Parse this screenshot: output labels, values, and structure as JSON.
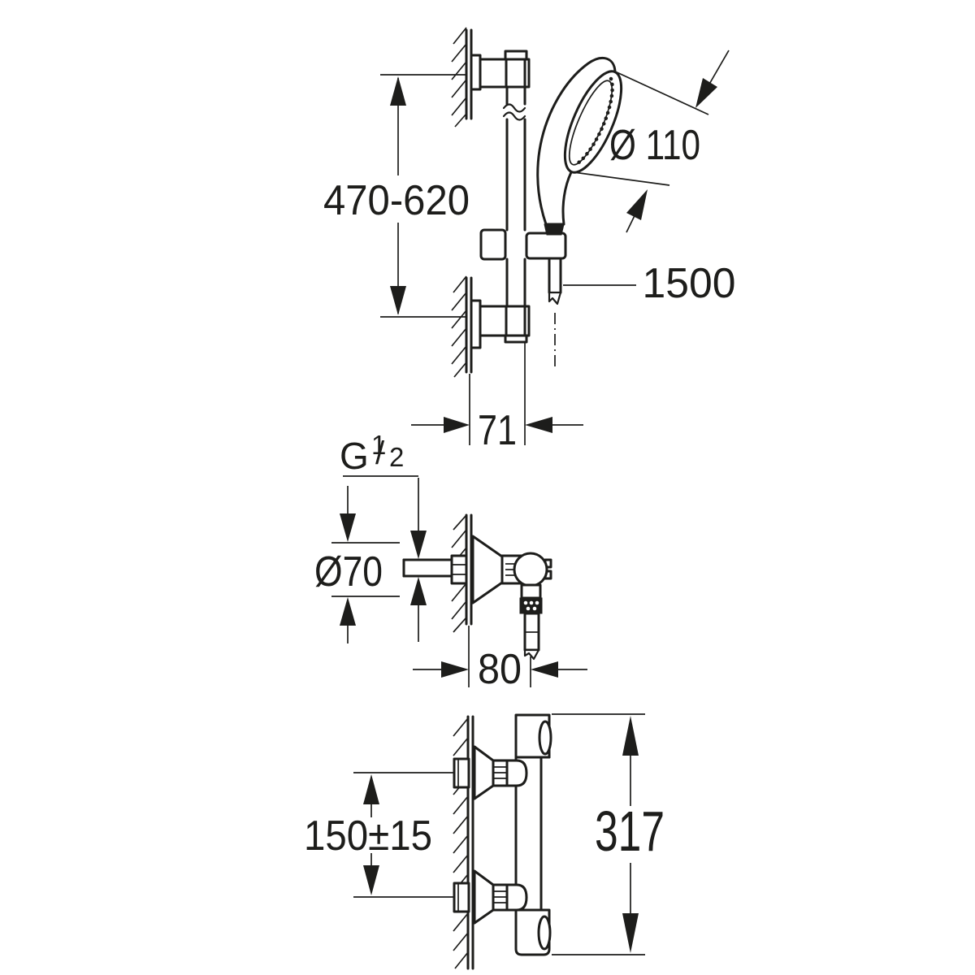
{
  "style": {
    "line_color": "#1d1d1b",
    "background": "#ffffff"
  },
  "views": {
    "shower_rail": {
      "height_range": "470-620",
      "head_diameter": "Ø 110",
      "hose_length": "1500",
      "wall_distance": "71"
    },
    "wall_union": {
      "thread": {
        "g": "G",
        "numerator": "1",
        "slash": "/",
        "denominator": "2"
      },
      "escutcheon_diameter": "Ø70",
      "wall_distance": "80"
    },
    "thermostat": {
      "connection_spacing": "150±15",
      "height": "317"
    }
  }
}
